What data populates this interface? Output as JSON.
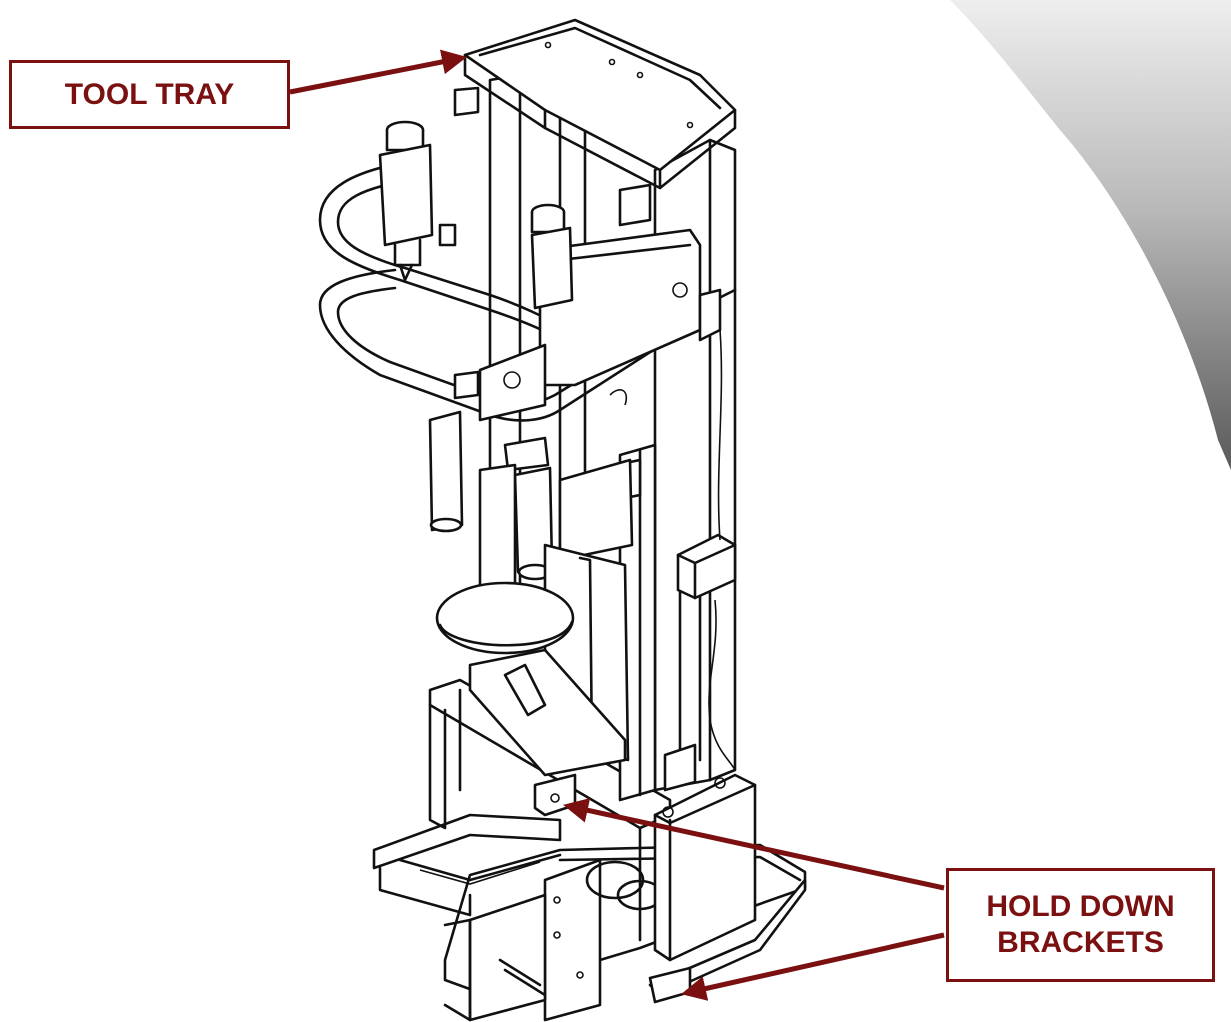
{
  "labels": {
    "tool_tray": "TOOL TRAY",
    "hold_down_line1": "HOLD DOWN",
    "hold_down_line2": "BRACKETS"
  },
  "colors": {
    "label_color": "#7a1010",
    "line_color": "#111111",
    "background": "#ffffff"
  }
}
